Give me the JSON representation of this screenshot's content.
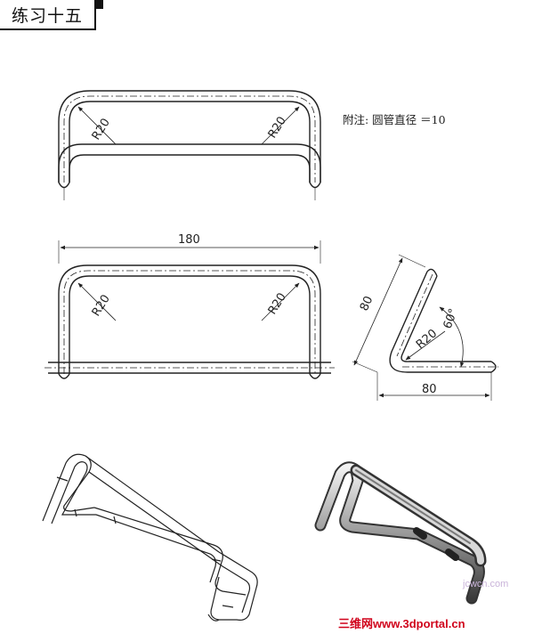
{
  "header": {
    "title": "练习十五"
  },
  "note": "附注: 圆管直径 ＝10",
  "views": {
    "top": {
      "r_left": "R20",
      "r_right": "R20"
    },
    "front": {
      "width": "180",
      "r_left": "R20",
      "r_right": "R20"
    },
    "side": {
      "length": "80",
      "base": "80",
      "radius": "R20",
      "angle": "60°"
    }
  },
  "watermark": {
    "text": "三维网www.3dportal.cn",
    "logo_text": "jcwcn.com"
  },
  "colors": {
    "line": "#222222",
    "watermark": "#d0021b"
  }
}
